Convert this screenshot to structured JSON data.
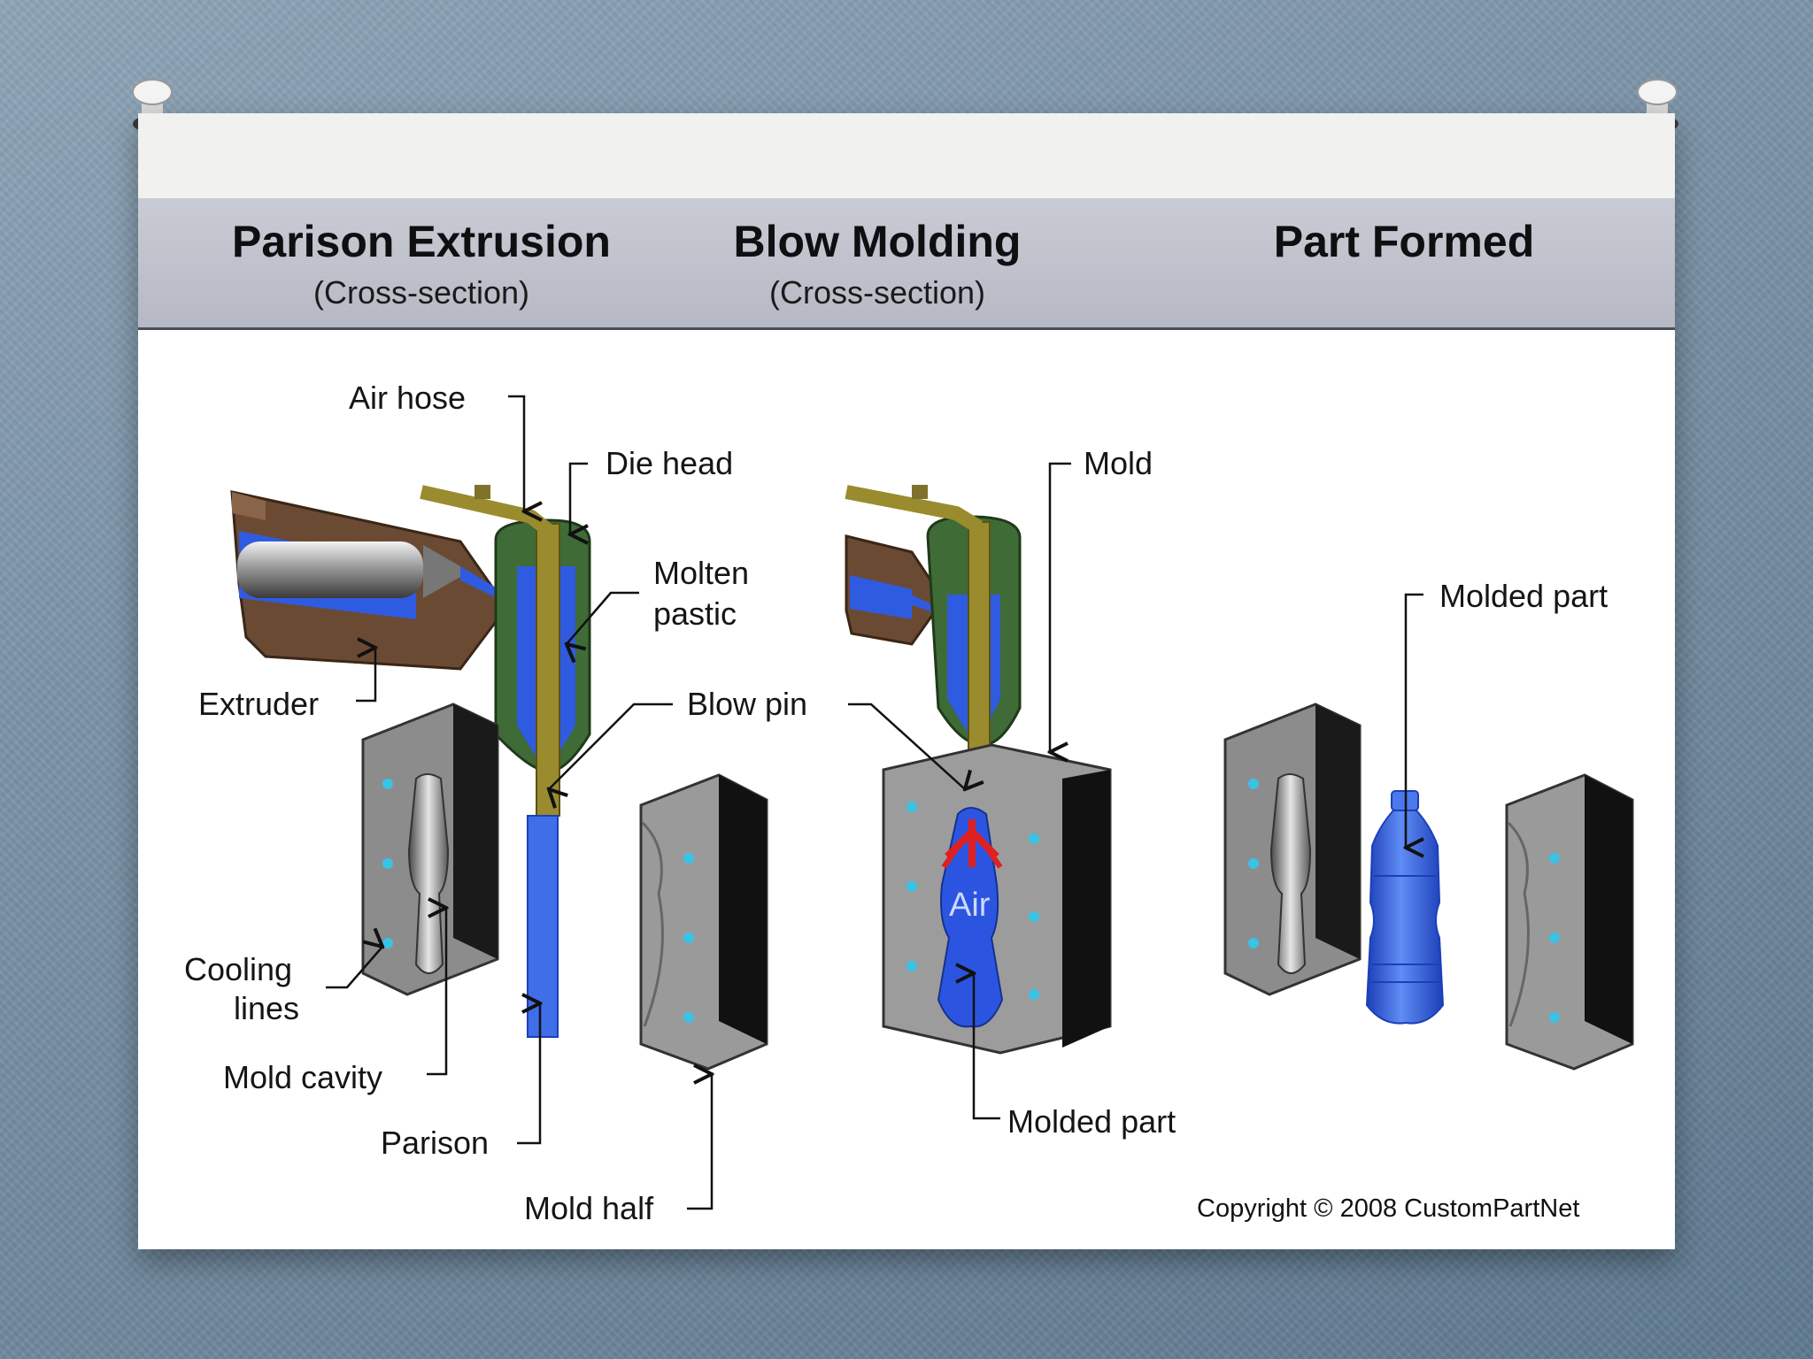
{
  "columns": [
    {
      "title": "Parison Extrusion",
      "subtitle": "(Cross-section)"
    },
    {
      "title": "Blow Molding",
      "subtitle": "(Cross-section)"
    },
    {
      "title": "Part Formed",
      "subtitle": ""
    }
  ],
  "labels": {
    "air_hose": "Air hose",
    "die_head": "Die head",
    "molten_plastic_line1": "Molten",
    "molten_plastic_line2": "pastic",
    "extruder": "Extruder",
    "blow_pin_left": "Blow pin",
    "cooling_lines_line1": "Cooling",
    "cooling_lines_line2": "lines",
    "mold_cavity": "Mold cavity",
    "parison": "Parison",
    "mold_half": "Mold half",
    "mold": "Mold",
    "air": "Air",
    "molded_part_center": "Molded part",
    "molded_part_right": "Molded part"
  },
  "copyright": "Copyright © 2008 CustomPartNet",
  "colors": {
    "plastic": "#2f5be0",
    "die_head": "#3f6b37",
    "extruder": "#6b4a34",
    "mold": "#8c8c8c",
    "air_arrow": "#e02020",
    "tube": "#9a8b2e"
  }
}
